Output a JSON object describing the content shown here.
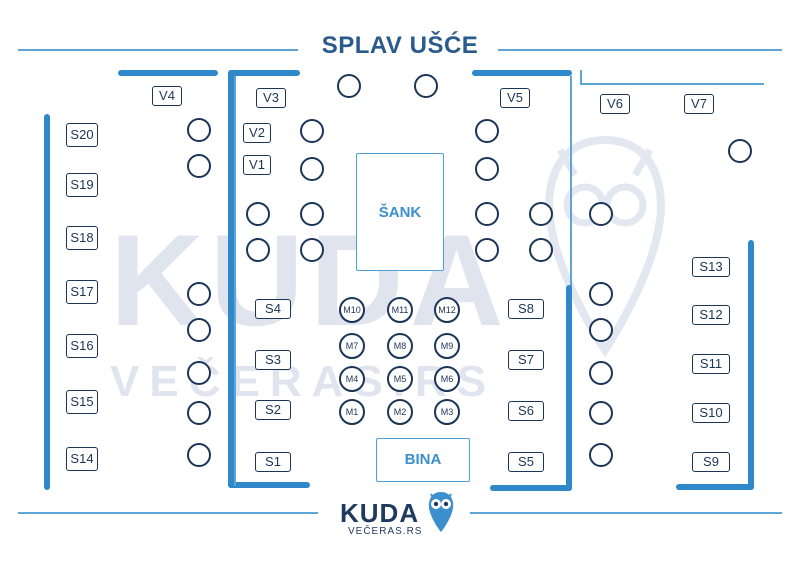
{
  "title": "SPLAV UŠĆE",
  "bar_label": "ŠANK",
  "stage_label": "BINA",
  "brand": {
    "name": "KUDA",
    "site": "VEČERAS.RS"
  },
  "watermark": {
    "big": "KUDA",
    "small": "VEČERAS.RS"
  },
  "tables": {
    "v4": "V4",
    "v3": "V3",
    "v5": "V5",
    "v6": "V6",
    "v7": "V7",
    "v2": "V2",
    "v1": "V1",
    "s20": "S20",
    "s19": "S19",
    "s18": "S18",
    "s17": "S17",
    "s16": "S16",
    "s15": "S15",
    "s14": "S14",
    "s4": "S4",
    "s3": "S3",
    "s2": "S2",
    "s1": "S1",
    "s8": "S8",
    "s7": "S7",
    "s6": "S6",
    "s5": "S5",
    "s13": "S13",
    "s12": "S12",
    "s11": "S11",
    "s10": "S10",
    "s9": "S9"
  },
  "mtables": {
    "m10": "M10",
    "m11": "M11",
    "m12": "M12",
    "m7": "M7",
    "m8": "M8",
    "m9": "M9",
    "m4": "M4",
    "m5": "M5",
    "m6": "M6",
    "m1": "M1",
    "m2": "M2",
    "m3": "M3"
  },
  "colors": {
    "wall": "#2e88c9",
    "outline": "#1b3556",
    "title": "#2b5a8c",
    "accent": "#3b8fcd"
  }
}
